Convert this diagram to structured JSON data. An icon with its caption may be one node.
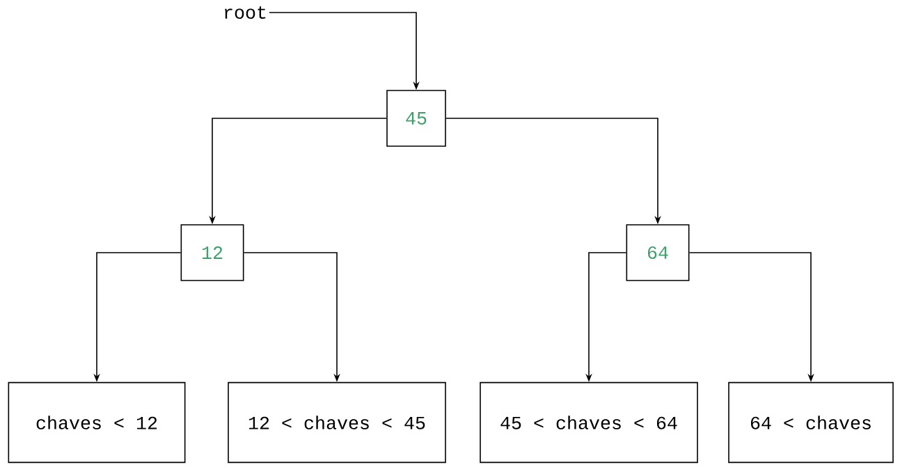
{
  "diagram": {
    "nodes": [
      {
        "text": [
          "root"
        ]
      },
      {
        "text": [
          "45"
        ]
      },
      {
        "text": [
          "12"
        ]
      },
      {
        "text": [
          "64"
        ]
      },
      {
        "text": [
          "chaves < 12"
        ]
      },
      {
        "text": [
          "12 < chaves < 45"
        ]
      },
      {
        "text": [
          "45 < chaves < 64"
        ]
      },
      {
        "text": [
          "64 < chaves"
        ]
      }
    ],
    "edges": [
      {
        "from": 0,
        "to": 1,
        "arrow": "to"
      },
      {
        "from": 1,
        "to": 2,
        "arrow": "to"
      },
      {
        "from": 1,
        "to": 3,
        "arrow": "to"
      },
      {
        "from": 2,
        "to": 4,
        "arrow": "to"
      },
      {
        "from": 2,
        "to": 5,
        "arrow": "to"
      },
      {
        "from": 3,
        "to": 6,
        "arrow": "to"
      },
      {
        "from": 3,
        "to": 7,
        "arrow": "to"
      }
    ]
  }
}
